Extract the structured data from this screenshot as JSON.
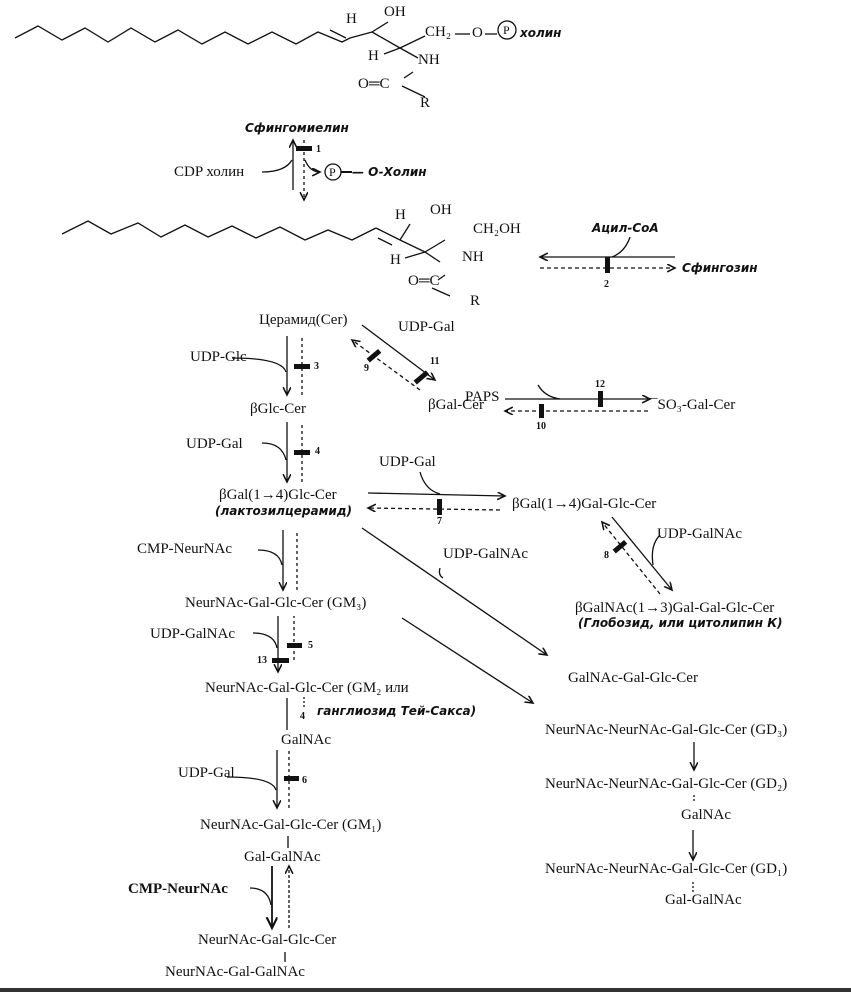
{
  "figure": {
    "title": "Sphingolipid metabolism pathway (sphingomyelin, ceramide, cerebrosides, gangliosides)",
    "structures": {
      "sphingomyelin": {
        "oh": "OH",
        "h1": "H",
        "h2": "H",
        "ch2": "CH₂",
        "o": "O",
        "p": "P",
        "choline": "холин",
        "nh": "NH",
        "oc": "O═C",
        "r": "R"
      },
      "ceramide": {
        "oh": "OH",
        "h1": "H",
        "h2": "H",
        "ch2oh": "CH₂OH",
        "nh": "NH",
        "oc": "O═C",
        "r": "R"
      }
    },
    "labels": {
      "sphingomyelin": "Сфингомиелин",
      "cdp_choline": "CDP холин",
      "p_circle": "P",
      "o_choline": "— O-Холин",
      "acyl_coa": "Ацил-CoA",
      "sphingosine": "Сфингозин",
      "ceramide": "Церамид(Cer)",
      "udp_glc": "UDP-Glc",
      "udp_gal_top": "UDP-Gal",
      "b_glc_cer": "βGlc-Cer",
      "b_gal_cer": "βGal-Cer",
      "paps": "PAPS",
      "so3_gal_cer": "¯SO₃-Gal-Cer",
      "udp_gal_2": "UDP-Gal",
      "lactosylceramide": "βGal(1→4)Glc-Cer",
      "lactosylceramide_ru": "(лактозилцерамид)",
      "udp_gal_3": "UDP-Gal",
      "gal_gal_glc_cer": "βGal(1→4)Gal-Glc-Cer",
      "udp_galnac_right": "UDP-GalNAc",
      "globoside": "βGalNAc(1→3)Gal-Gal-Glc-Cer",
      "globoside_ru": "(Глобозид, или цитолипин К)",
      "cmp_neurnac_1": "CMP-NeurNAc",
      "udp_galnac_mid": "UDP-GalNAc",
      "gm3": "NeurNAc-Gal-Glc-Cer (GM₃)",
      "udp_galnac_left": "UDP-GalNAc",
      "gm2": "NeurNAc-Gal-Glc-Cer (GM₂ или",
      "gm2_ru": "ганглиозид Тей-Сакса)",
      "galnac_1": "GalNAc",
      "galnac_gal_glc_cer": "GalNAc-Gal-Glc-Cer",
      "gd3": "NeurNAc-NeurNAc-Gal-Glc-Cer (GD₃)",
      "gd2": "NeurNAc-NeurNAc-Gal-Glc-Cer (GD₂)",
      "gd2_galnac": "GalNAc",
      "gd1": "NeurNAc-NeurNAc-Gal-Glc-Cer (GD₁)",
      "gd1_galgalnac": "Gal-GalNAc",
      "udp_gal_4": "UDP-Gal",
      "gm1": "NeurNAc-Gal-Glc-Cer (GM₁)",
      "gm1_galgalnac": "Gal-GalNAc",
      "cmp_neurnac_2": "CMP-NeurNAc",
      "gd1a": "NeurNAc-Gal-Glc-Cer",
      "gd1a_branch": "NeurNAc-Gal-GalNAc"
    },
    "enzyme_blocks": [
      "1",
      "2",
      "3",
      "4",
      "5",
      "6",
      "7",
      "8",
      "9",
      "10",
      "11",
      "12",
      "13"
    ],
    "branch_number": "4"
  }
}
